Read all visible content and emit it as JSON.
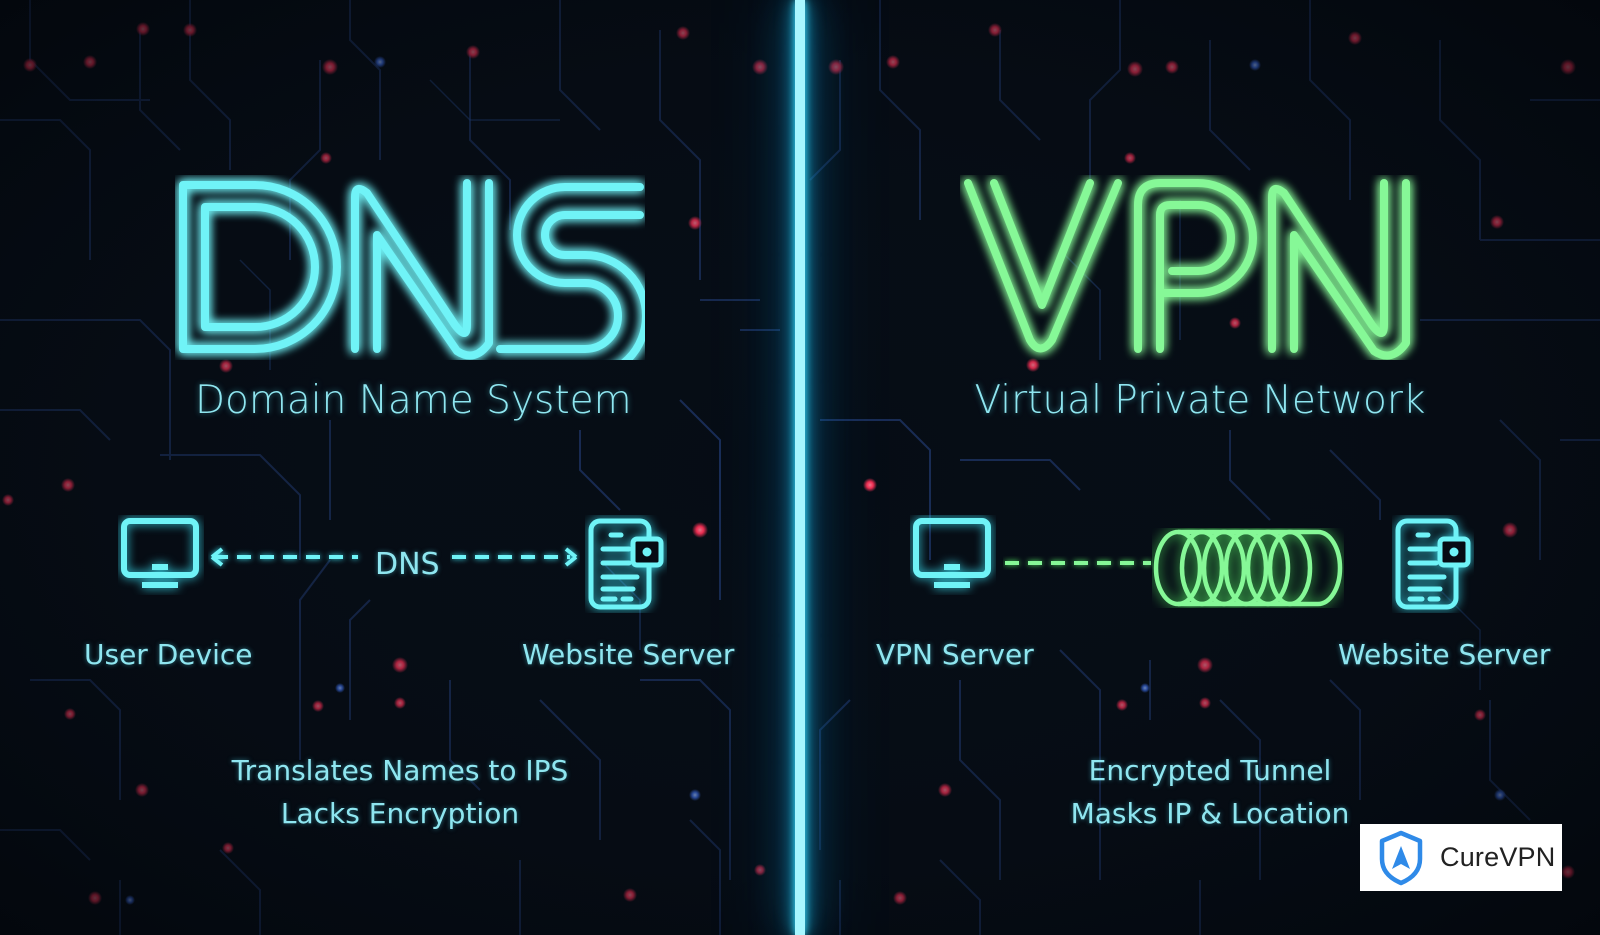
{
  "colors": {
    "background": "#060c14",
    "cyan_neon": "#5ff0f5",
    "green_neon": "#7cf58a",
    "text": "#8fe6f0",
    "circuit_red": "#ff3b5c",
    "circuit_blue": "#2a4f9a",
    "logo_blue": "#2f8ae8"
  },
  "left_panel": {
    "title": "DNS",
    "subtitle": "Domain Name System",
    "flow": {
      "source_icon": "monitor-icon",
      "source_label": "User Device",
      "connector_label": "DNS",
      "connector_style": "dashed-double-arrow",
      "target_icon": "server-document-icon",
      "target_label": "Website Server"
    },
    "description": [
      "Translates Names to IPS",
      "Lacks Encryption"
    ]
  },
  "right_panel": {
    "title": "VPN",
    "subtitle": "Virtual Private Network",
    "flow": {
      "source_icon": "monitor-icon",
      "source_label": "VPN Server",
      "connector_style": "dashed-line",
      "tunnel_icon": "encrypted-tunnel-icon",
      "target_icon": "server-document-icon",
      "target_label": "Website Server"
    },
    "description": [
      "Encrypted Tunnel",
      "Masks IP & Location"
    ]
  },
  "logo": {
    "icon": "shield-arrow-icon",
    "text": "CureVPN"
  }
}
